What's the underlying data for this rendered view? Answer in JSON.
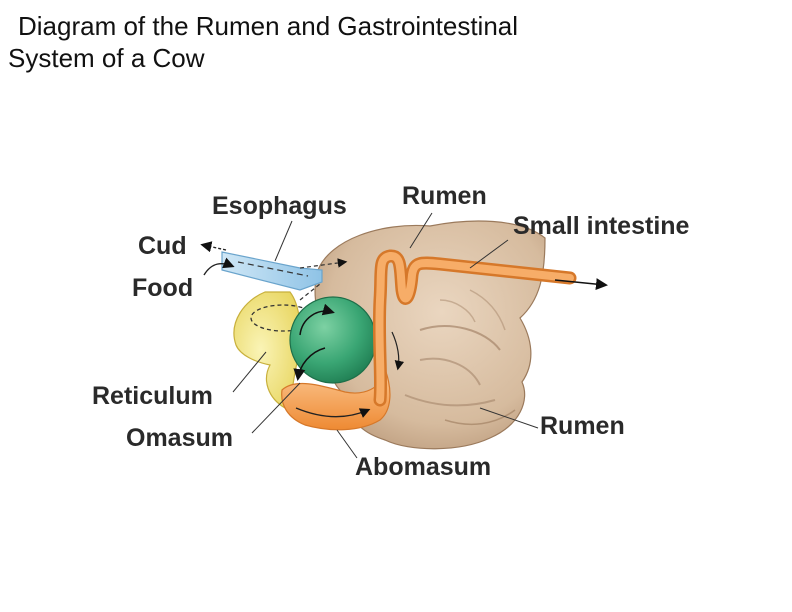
{
  "title": {
    "line1": "Diagram of the Rumen and Gastrointestinal",
    "line2": "System of a Cow"
  },
  "labels": {
    "esophagus": "Esophagus",
    "rumen_top": "Rumen",
    "small_intestine": "Small intestine",
    "cud": "Cud",
    "food": "Food",
    "reticulum": "Reticulum",
    "omasum": "Omasum",
    "abomasum": "Abomasum",
    "rumen_bottom": "Rumen"
  },
  "colors": {
    "rumen": "#d9bfa3",
    "rumen_shade": "#b89b80",
    "reticulum": "#f1e58a",
    "omasum": "#3daa78",
    "abomasum": "#f5a659",
    "intestine": "#f29a48",
    "esophagus": "#a9d2ec"
  }
}
